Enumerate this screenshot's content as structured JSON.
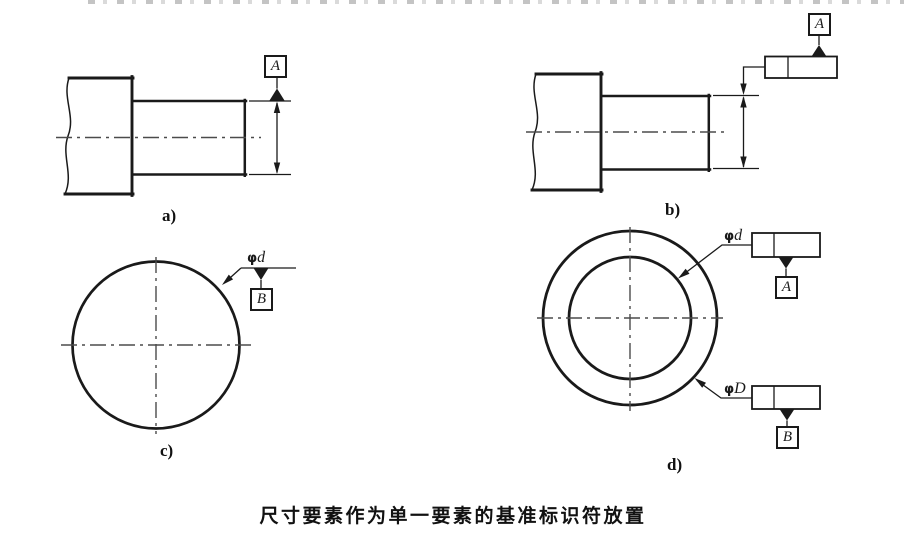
{
  "caption": {
    "text": "尺寸要素作为单一要素的基准标识符放置"
  },
  "figures": {
    "a": {
      "label": "a)",
      "datum": "A"
    },
    "b": {
      "label": "b)",
      "datum": "A"
    },
    "c": {
      "label": "c)",
      "datum": "B",
      "dim_phi": "φ",
      "dim_letter": "d"
    },
    "d": {
      "label": "d)",
      "inner_dim_phi": "φ",
      "inner_dim_letter": "d",
      "inner_datum": "A",
      "outer_dim_phi": "φ",
      "outer_dim_letter": "D",
      "outer_datum": "B"
    }
  },
  "colors": {
    "line": "#1a1a1a",
    "centerline": "#4b4b4b",
    "paper": "#ffffff"
  }
}
